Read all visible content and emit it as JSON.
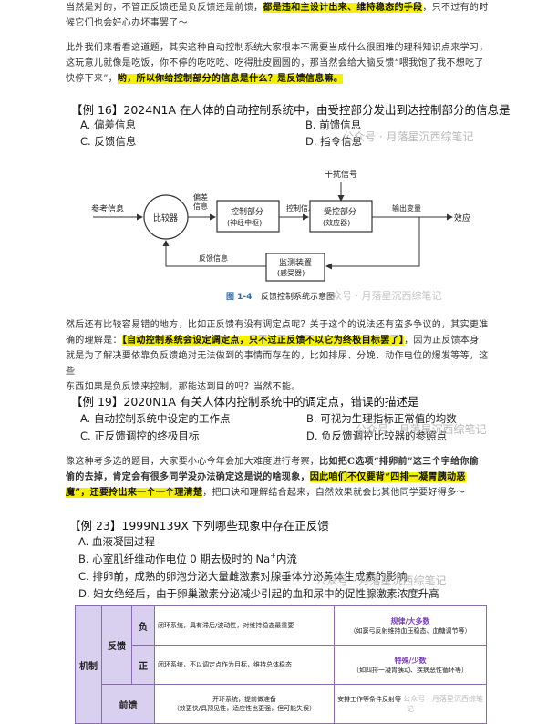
{
  "para1": {
    "line1_a": "当然是对的，不管正反馈还是负反馈还是前馈，",
    "line1_hl": "都是违和主设计出来、维持稳态的手段",
    "line1_b": "，只不过有的时",
    "line2": "候它们也会好心办坏事罢了～"
  },
  "para2": {
    "line1": "此外我们来看看这道题，其实这种自动控制系统大家根本不需要当成什么很困难的理科知识点来学习，",
    "line2": "这玩意儿就像是吃饭，你不停的吃吃吃、吃得肚皮圆圆的，那当然会给大脑反馈“喂我饱了我不想吃了",
    "line3_a": "快停下来”，",
    "line3_hl": "哟，所以你给控制部分的信息是什么？是反馈信息嘛。"
  },
  "ex16": {
    "title": "【例 16】2024N1A  在人体的自动控制系统中，由受控部分发出到达控制部分的信息是",
    "a": "A. 偏差信息",
    "b": "B. 前馈信息",
    "c": "C. 反馈信息",
    "d": "D. 指令信息",
    "watermark": "公众号 · 月落星沉西综笔记"
  },
  "diagram": {
    "interference": "干扰信号",
    "reference": "参考信息",
    "comparator": "比较器",
    "deviation_1": "偏差",
    "deviation_2": "信息",
    "control_part": "控制部分",
    "control_sub": "(神经中枢)",
    "control_info": "控制信息",
    "controlled_part": "受控部分",
    "controlled_sub": "(效应器)",
    "output": "输出变量",
    "effect": "效应",
    "feedback_info": "反馈信息",
    "monitor": "监测装置",
    "monitor_sub": "(感受器)",
    "caption_num": "图 1-4",
    "caption_text": "反馈控制系统示意图",
    "watermark": "众号 · 月落星沉西综笔记"
  },
  "para3": {
    "line1": "然后还有比较容易错的地方，比如正反馈有没有调定点呢？关于这个的说法还有蛮多争议的，其实更准",
    "line2_a": "确的理解是：",
    "line2_hl": "【自动控制系统会设定调定点，只不过正反馈不以它为终极目标罢了】",
    "line2_b": "，因为正反馈本身",
    "line3": "就是为了解决要依靠负反馈绝对无法做到的事情而存在的，比如排尿、分娩、动作电位的爆发等等，这些",
    "line4": "东西如果是负反馈来控制，那能达到目的吗？当然不能。"
  },
  "ex19": {
    "title": "【例 19】2020N1A  有关人体内控制系统中的调定点，错误的描述是",
    "a": "A. 自动控制系统中设定的工作点",
    "b": "B. 可视为生理指标正常值的均数",
    "c": "C. 正反馈调控的终极目标",
    "d": "D. 负反馈调控比较器的参照点",
    "watermark": "公众号 · 月落星沉西综笔记"
  },
  "para4": {
    "line1_a": "像这种考多选的题目，大家要小心今年会加大难度进行考察，",
    "line1_b": "比如把C选项“排卵前”这三个字给你偷",
    "line2_a": "偷的去掉，肯定会有很多同学没办法确定这是说的啥现象，",
    "line2_hl": "因此咱们不仅要背“四排一凝胃胰动恶",
    "line3_hl": "魔”，还要拎出来一个一个理清楚",
    "line3_b": "，把口诀和理解结合起来，自然效果就会比其他同学要好得多～"
  },
  "ex23": {
    "title": "【例 23】1999N139X  下列哪些现象中存在正反馈",
    "a": "A. 血液凝固过程",
    "b_pre": "B. 心室肌纤维动作电位 0 期去极时的 Na",
    "b_sup": "+",
    "b_post": "内流",
    "c": "C. 排卵前，成熟的卵泡分泌大量雌激素对腺垂体分泌黄体生成素的影响",
    "d": "D. 妇女绝经后，由于卵巢激素分泌减少引起的血和尿中的促性腺激素浓度升高",
    "watermark": "公众号 · 月落星沉西综笔记"
  },
  "table": {
    "mechanism": "机制",
    "feedback": "反馈",
    "neg": "负",
    "pos": "正",
    "feedforward": "前馈",
    "neg_desc": "闭环系统，具有滞后/波动性，对维持稳态最重要",
    "neg_ex1": "规律/大多数",
    "neg_ex2": "（如窦弓反射维持血压稳态、血糖调节等）",
    "pos_desc": "闭环系统，不以调定点作为目标，维持总体稳态",
    "pos_ex1": "特殊/少数",
    "pos_ex2": "（如四排一凝胃胰动、疾病恶性循环等）",
    "ff_desc1": "开环系统，提前做准备",
    "ff_desc2": "（效更快/具预见性，适应性也更强，但可能失误）",
    "ff_ex": "安排工作等条件反射等",
    "watermark": "公众号 · 月落星沉西综笔记"
  },
  "colors": {
    "highlight": "#f4f000",
    "table_header": "#d9cfee",
    "table_border": "#8a6bb0",
    "accent_purple": "#7a3fb8"
  }
}
